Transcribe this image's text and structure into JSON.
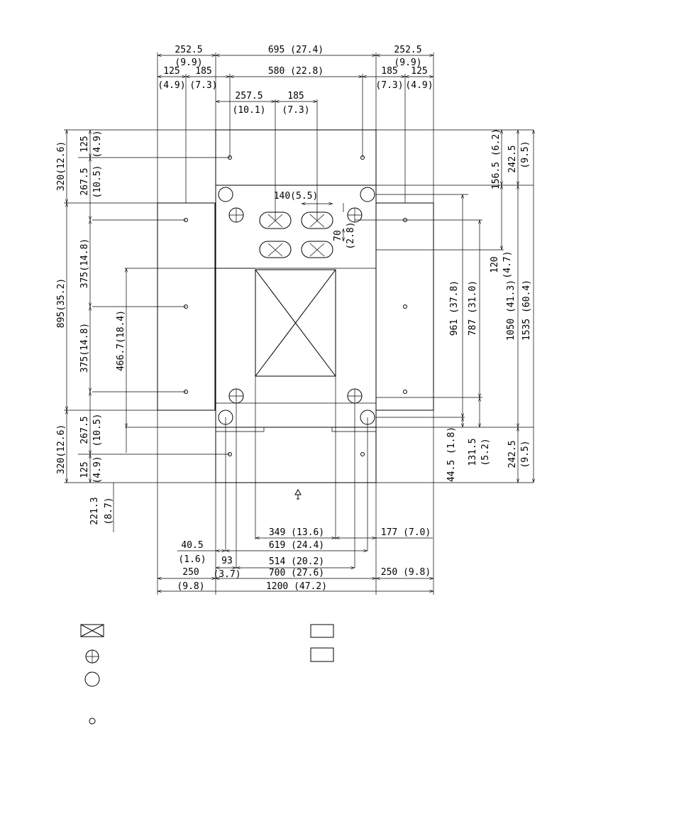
{
  "top": {
    "w1": "252.5",
    "w1_in": "(9.9)",
    "w2": "695 (27.4)",
    "w3": "252.5",
    "w3_in": "(9.9)",
    "s1": "125",
    "s1_in": "(4.9)",
    "s2": "185",
    "s2_in": "(7.3)",
    "s3": "580 (22.8)",
    "s4": "185",
    "s4_in": "(7.3)",
    "s5": "125",
    "s5_in": "(4.9)",
    "s6": "257.5",
    "s6_in": "(10.1)",
    "s7": "185",
    "s7_in": "(7.3)"
  },
  "left": {
    "a1": "320(12.6)",
    "a2": "125",
    "a2_in": "(4.9)",
    "a3": "267.5",
    "a3_in": "(10.5)",
    "a4": "375(14.8)",
    "a5": "895(35.2)",
    "a6": "375(14.8)",
    "a7": "466.7(18.4)",
    "a8": "320(12.6)",
    "a9": "267.5",
    "a9_in": "(10.5)",
    "a10": "125",
    "a10_in": "(4.9)",
    "a11": "221.3",
    "a11_in": "(8.7)"
  },
  "right": {
    "b1": "156.5 (6.2)",
    "b2": "242.5",
    "b2_in": "(9.5)",
    "b3": "120",
    "b3_in": "(4.7)",
    "b4": "961 (37.8)",
    "b5": "787 (31.0)",
    "b6": "1050 (41.3)",
    "b7": "1535 (60.4)",
    "b8": "44.5 (1.8)",
    "b9": "131.5",
    "b9_in": "(5.2)",
    "b10": "242.5",
    "b10_in": "(9.5)"
  },
  "inner": {
    "c1": "140(5.5)",
    "c2": "70",
    "c2_in": "(2.8)"
  },
  "bottom": {
    "d1": "349 (13.6)",
    "d2": "177 (7.0)",
    "d3": "40.5",
    "d3_in": "(1.6)",
    "d4": "619 (24.4)",
    "d5": "93",
    "d5_in": "(3.7)",
    "d6": "514 (20.2)",
    "d7": "250",
    "d7_in": "(9.8)",
    "d8": "700 (27.6)",
    "d9": "250 (9.8)",
    "d10": "1200 (47.2)"
  },
  "legend": [
    {
      "name": "legend-cross-box-icon",
      "text": ""
    },
    {
      "name": "legend-crossed-circle-icon",
      "text": ""
    },
    {
      "name": "legend-circle-icon",
      "text": ""
    },
    {
      "name": "legend-small-circle-icon",
      "text": ""
    },
    {
      "name": "legend-diagonal-hatch-icon",
      "text": ""
    },
    {
      "name": "legend-crosshatch-icon",
      "text": ""
    }
  ]
}
